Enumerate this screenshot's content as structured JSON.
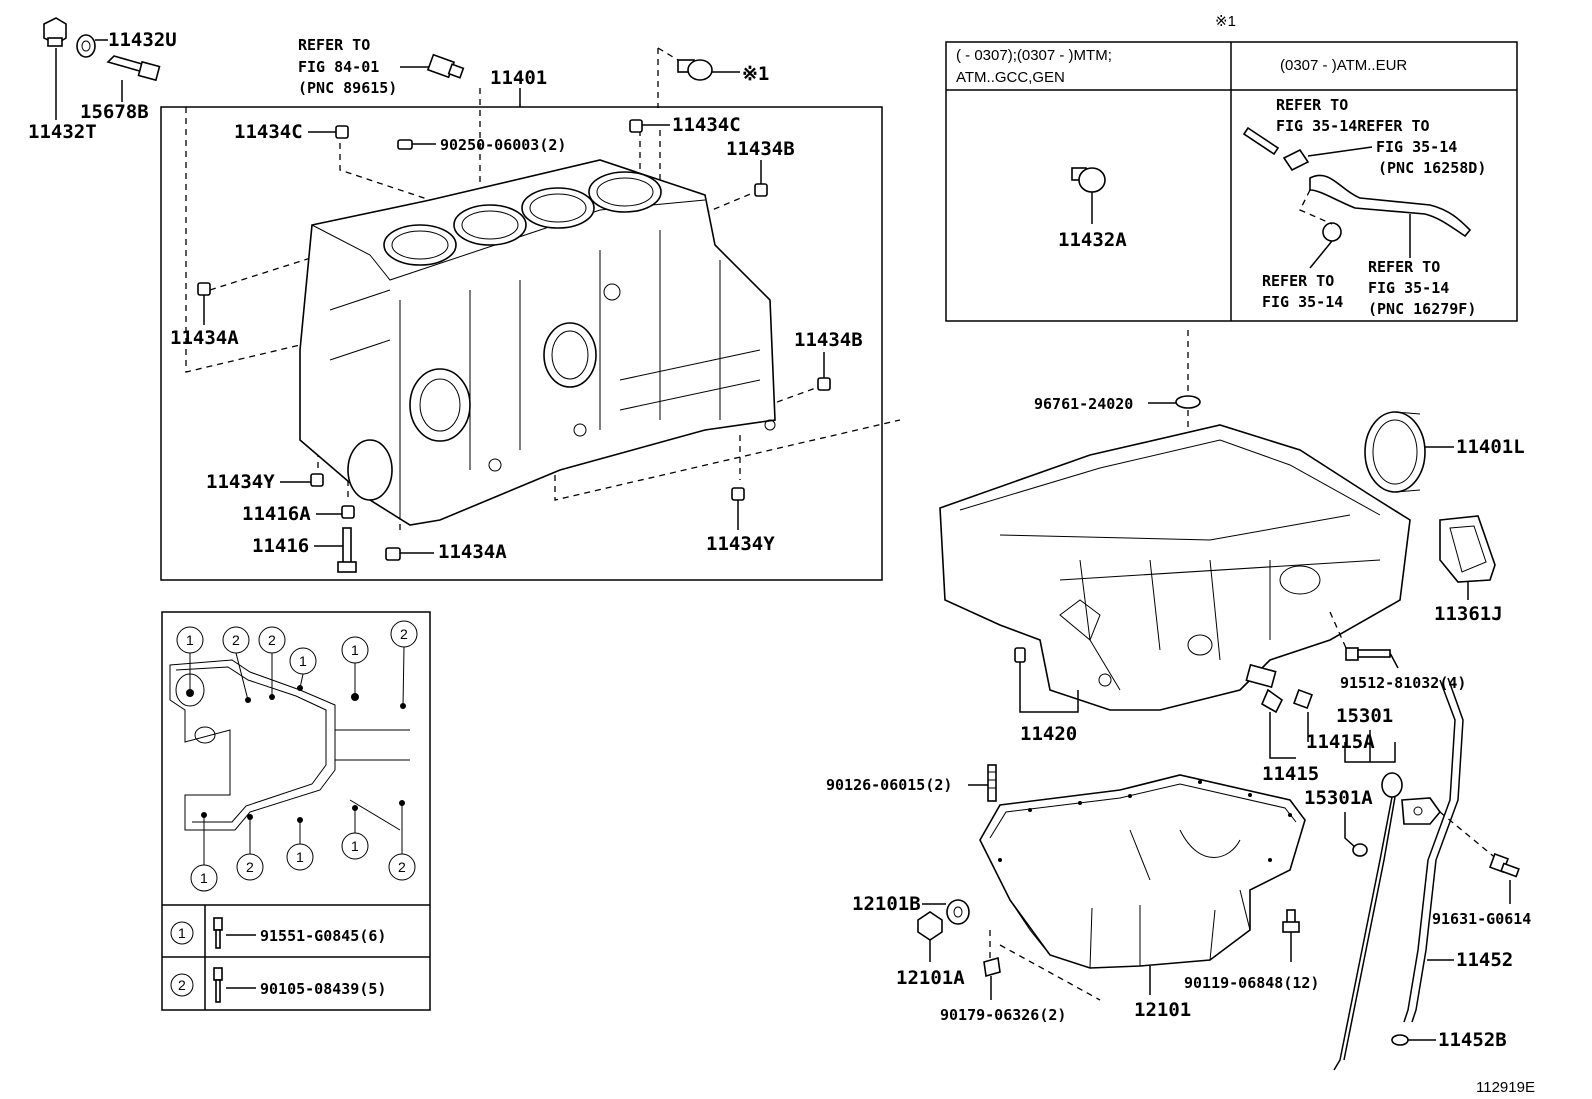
{
  "parts": {
    "p11432U": "11432U",
    "p11432T": "11432T",
    "p15678B": "15678B",
    "p11401": "11401",
    "p11434C_a": "11434C",
    "p11434C_b": "11434C",
    "p90250": "90250-06003(2)",
    "p11434B_a": "11434B",
    "p11434B_b": "11434B",
    "p11434A_a": "11434A",
    "p11434A_b": "11434A",
    "p11434Y_a": "11434Y",
    "p11434Y_b": "11434Y",
    "p11416A": "11416A",
    "p11416": "11416",
    "p96761": "96761-24020",
    "p11401L": "11401L",
    "p11361J": "11361J",
    "p91512": "91512-81032(4)",
    "p11420": "11420",
    "p11415A": "11415A",
    "p11415": "11415",
    "p15301": "15301",
    "p15301A": "15301A",
    "p90126": "90126-06015(2)",
    "p12101B": "12101B",
    "p12101A": "12101A",
    "p90179": "90179-06326(2)",
    "p12101": "12101",
    "p90119": "90119-06848(12)",
    "p91631": "91631-G0614",
    "p11452": "11452",
    "p11452B": "11452B",
    "p11432A": "11432A",
    "ref_mark": "※1",
    "ref_mark2": "※1"
  },
  "refer_fig84": {
    "line1": "REFER TO",
    "line2": "FIG 84-01",
    "line3": "(PNC 89615)"
  },
  "variant_table": {
    "mark": "※1",
    "left_header_line1": "(        - 0307);(0307 -         )MTM;",
    "left_header_line2": "ATM..GCC,GEN",
    "right_header": "(0307 -        )ATM..EUR",
    "refs": {
      "a1": "REFER TO",
      "a2": "FIG 35-14REFER TO",
      "b1": "FIG 35-14",
      "b2": "(PNC 16258D)",
      "c1": "REFER TO",
      "c2": "FIG 35-14",
      "d1": "REFER TO",
      "d2": "FIG 35-14",
      "d3": "(PNC 16279F)"
    }
  },
  "bolt_legend": {
    "row1_num": "1",
    "row1_part": "91551-G0845(6)",
    "row2_num": "2",
    "row2_part": "90105-08439(5)",
    "markers": [
      "1",
      "2",
      "2",
      "1",
      "1",
      "2",
      "1",
      "2",
      "1",
      "1",
      "2"
    ]
  },
  "illustration_id": "112919E"
}
